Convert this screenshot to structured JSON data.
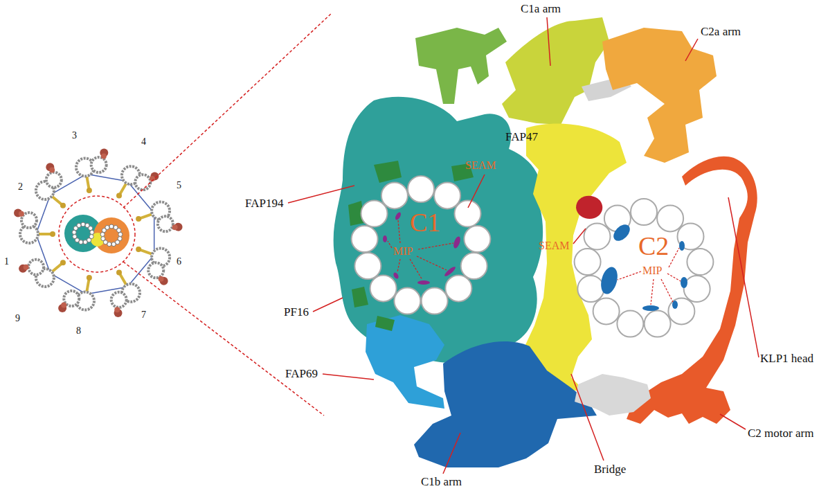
{
  "diagram": {
    "nodes": [
      {
        "text": [
          "C1",
          "SEAM",
          "MIP"
        ]
      },
      {
        "text": [
          "C2",
          "SEAM",
          "MIP"
        ]
      }
    ],
    "labels": [
      "1",
      "2",
      "3",
      "4",
      "5",
      "6",
      "7",
      "8",
      "9",
      "C1a arm",
      "C2a arm",
      "FAP47",
      "FAP194",
      "PF16",
      "FAP69",
      "C1b arm",
      "Bridge",
      "C2 motor arm",
      "KLP1 head"
    ]
  }
}
